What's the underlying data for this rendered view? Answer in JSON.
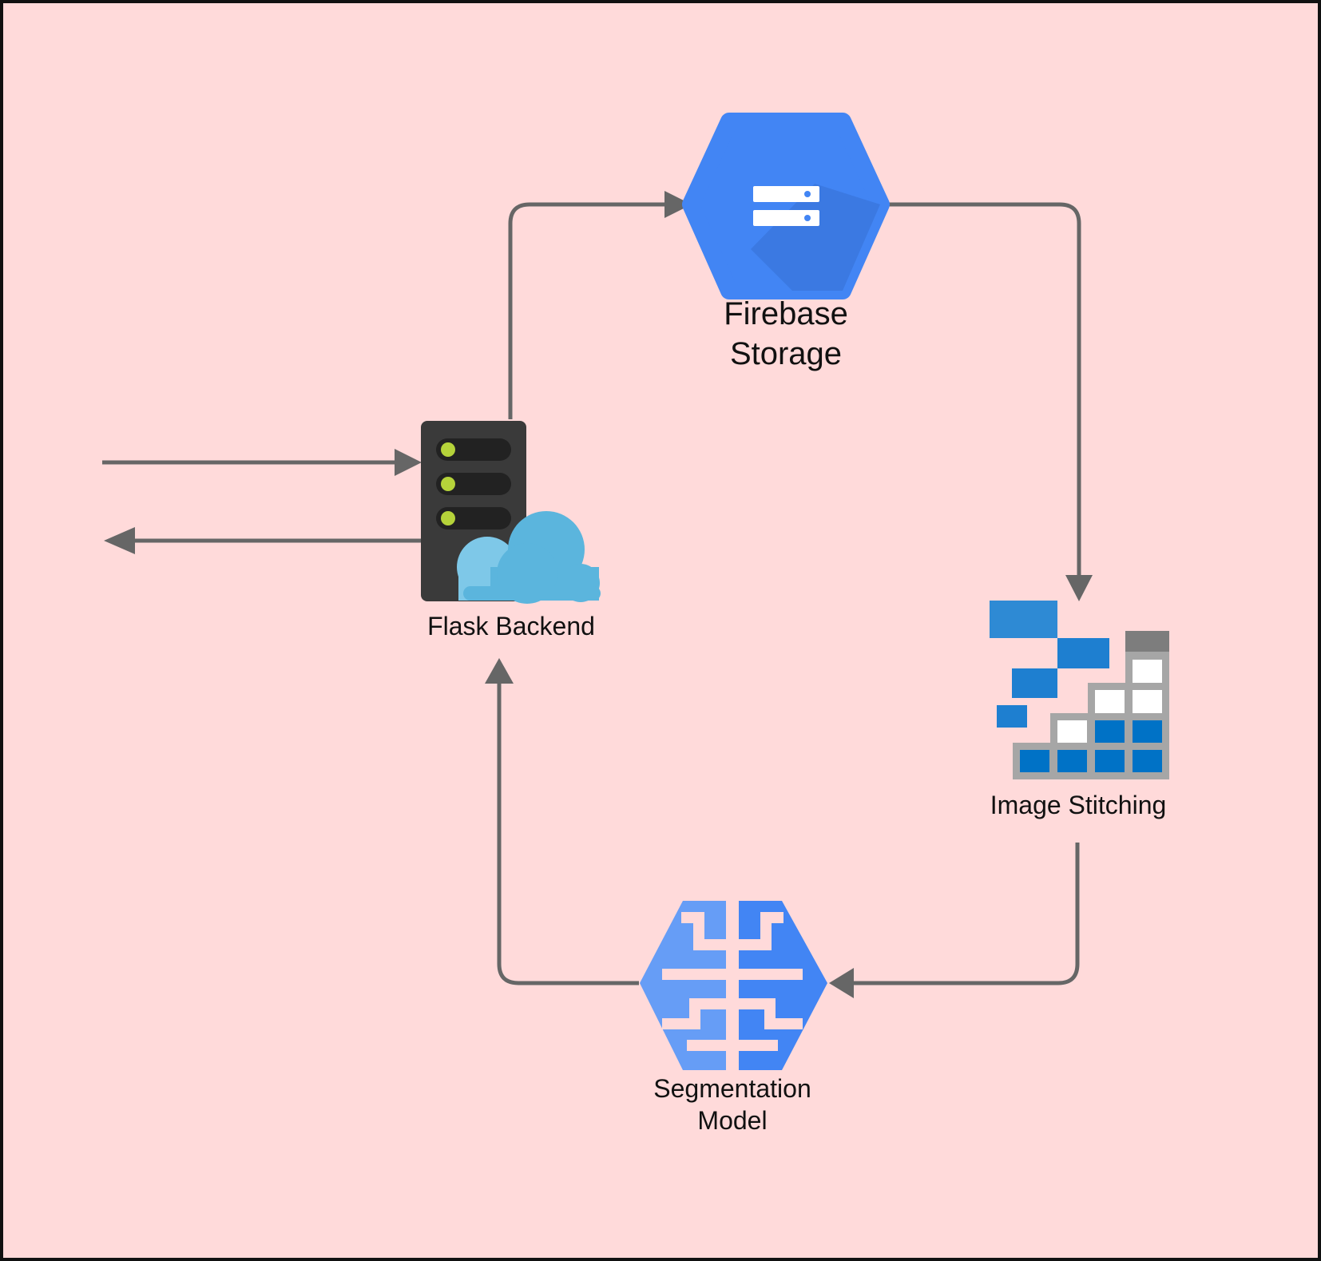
{
  "diagram": {
    "background_color": "#ffdada",
    "border_color": "#111111",
    "arrow_color": "#666666",
    "nodes": {
      "firebase_storage": {
        "label": "Firebase\nStorage",
        "icon": "storage-hexagon-icon",
        "color": "#4285f4"
      },
      "flask_backend": {
        "label": "Flask Backend",
        "icon": "cloud-server-icon",
        "server_color": "#3a3a3a",
        "cloud_color": "#5bb5dd"
      },
      "image_stitching": {
        "label": "Image Stitching",
        "icon": "stitching-grid-icon",
        "color": "#0072c6"
      },
      "segmentation_model": {
        "label": "Segmentation\nModel",
        "icon": "brain-hexagon-icon",
        "color": "#4285f4"
      }
    },
    "edges": [
      {
        "from": "external",
        "to": "flask_backend"
      },
      {
        "from": "flask_backend",
        "to": "external"
      },
      {
        "from": "flask_backend",
        "to": "firebase_storage"
      },
      {
        "from": "firebase_storage",
        "to": "image_stitching"
      },
      {
        "from": "image_stitching",
        "to": "segmentation_model"
      },
      {
        "from": "segmentation_model",
        "to": "flask_backend"
      }
    ]
  }
}
